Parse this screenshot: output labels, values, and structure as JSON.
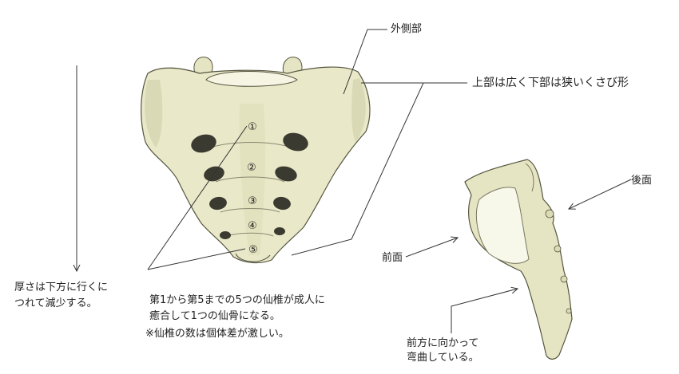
{
  "labels": {
    "lateral_part": "外側部",
    "shape": "上部は広く下部は狭いくさび形",
    "posterior": "後面",
    "anterior": "前面",
    "thickness_line1": "厚さは下方に行くに",
    "thickness_line2": "つれて減少する。",
    "vertebrae_line1": "第1から第5までの5つの仙椎が成人に",
    "vertebrae_line2": "癒合して1つの仙骨になる。",
    "vertebrae_note": "※仙椎の数は個体差が激しい。",
    "curve_line1": "前方に向かって",
    "curve_line2": "弯曲している。"
  },
  "vertebra_numbers": [
    "①",
    "②",
    "③",
    "④",
    "⑤"
  ],
  "colors": {
    "bone": "#e9e8c9",
    "bone_shadow": "#b8b78d",
    "outline": "#555540",
    "foramen": "#3a3a30",
    "line": "#333333"
  }
}
